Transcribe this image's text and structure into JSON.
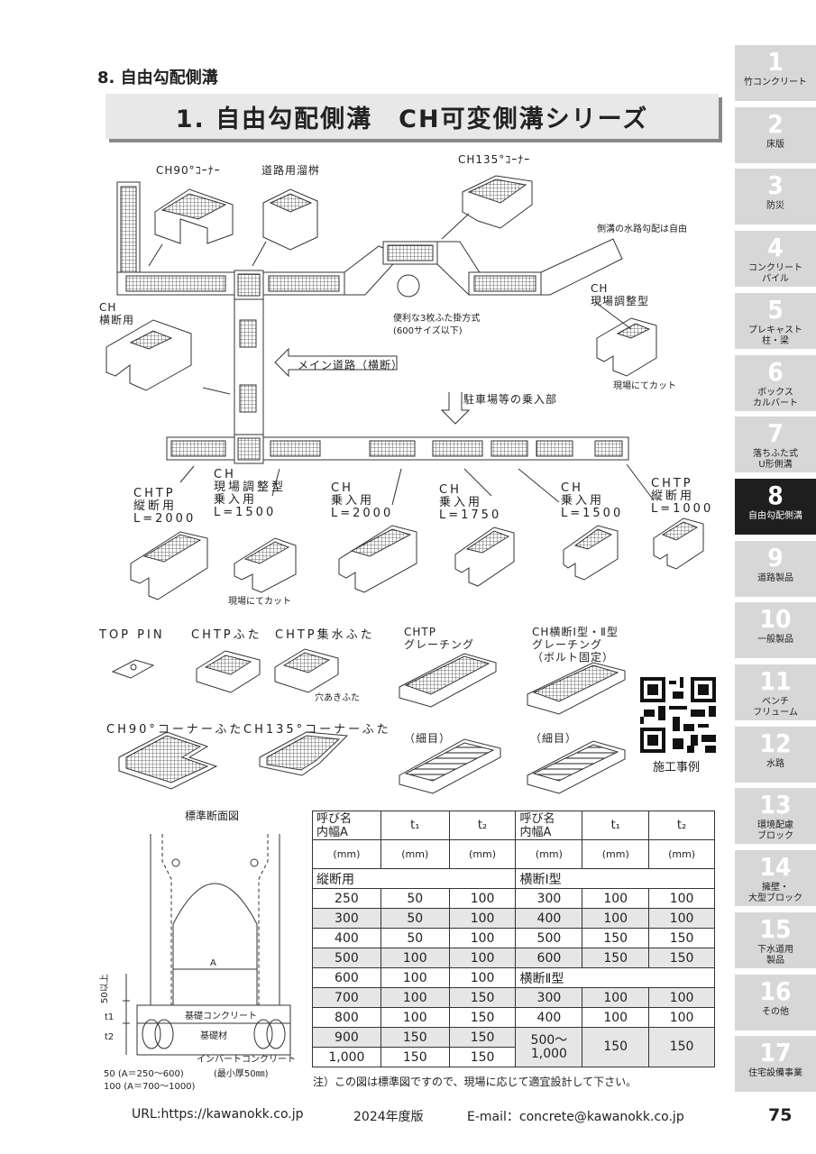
{
  "section": "8. 自由勾配側溝",
  "title": "1. 自由勾配側溝　CH可変側溝シリーズ",
  "tabs": [
    {
      "num": "1",
      "label": "竹コンクリート"
    },
    {
      "num": "2",
      "label": "床版"
    },
    {
      "num": "3",
      "label": "防災"
    },
    {
      "num": "4",
      "label": "コンクリート\nパイル"
    },
    {
      "num": "5",
      "label": "プレキャスト\n柱・梁"
    },
    {
      "num": "6",
      "label": "ボックス\nカルバート"
    },
    {
      "num": "7",
      "label": "落ちふた式\nU形側溝"
    },
    {
      "num": "8",
      "label": "自由勾配側溝"
    },
    {
      "num": "9",
      "label": "道路製品"
    },
    {
      "num": "10",
      "label": "一般製品"
    },
    {
      "num": "11",
      "label": "ベンチ\nフリューム"
    },
    {
      "num": "12",
      "label": "水路"
    },
    {
      "num": "13",
      "label": "環境配慮\nブロック"
    },
    {
      "num": "14",
      "label": "擁壁・\n大型ブロック"
    },
    {
      "num": "15",
      "label": "下水道用\n製品"
    },
    {
      "num": "16",
      "label": "その他"
    },
    {
      "num": "17",
      "label": "住宅設備事業"
    }
  ],
  "active_tab": "8",
  "labels": {
    "ch90": "CH90°ｺｰﾅｰ",
    "road_pit": "道路用溜桝",
    "ch135": "CH135°ｺｰﾅｰ",
    "free_slope": "側溝の水路勾配は自由",
    "ch_cross": "CH\n横断用",
    "ch_field_adjust": "CH\n現場調整型",
    "lid_method": "便利な3枚ふた掛方式\n(600サイズ以下)",
    "main_road": "メイン道路（横断）",
    "field_cut_1": "現場にてカット",
    "parking": "駐車場等の乗入部",
    "chtp_long": "CHTP\n縦断用\nL=2000",
    "ch_adjust_entry": "CH\n現場調整型\n乗入用\nL=1500",
    "ch_entry_2000": "CH\n乗入用\nL=2000",
    "ch_entry_1750": "CH\n乗入用\nL=1750",
    "ch_entry_1500": "CH\n乗入用\nL=1500",
    "chtp_long_1000": "CHTP\n縦断用\nL=1000",
    "field_cut_2": "現場にてカット",
    "top_pin": "TOP PIN",
    "chtp_lid": "CHTPふた",
    "chtp_catch_lid": "CHTP集水ふた",
    "hole_lid": "穴あきふた",
    "chtp_grating": "CHTP\nグレーチング",
    "ch_cross_grating": "CH横断Ⅰ型・Ⅱ型\nグレーチング\n（ボルト固定）",
    "fine_1": "（細目）",
    "fine_2": "（細目）",
    "ch90_lid": "CH90°コーナーふた",
    "ch135_lid": "CH135°コーナーふた",
    "case_example": "施工事例",
    "std_section": "標準断面図",
    "dim_a": "A",
    "dim_50": "50以上",
    "dim_t1": "t1",
    "dim_t2": "t2",
    "base_concrete": "基礎コンクリート",
    "base_material": "基礎材",
    "invert_concrete": "インバートコンクリート",
    "min_thick": "(最小厚50㎜)",
    "size_note": "50 (A＝250～600)\n100 (A＝700～1000)"
  },
  "table": {
    "headers": [
      "呼び名\n内幅A",
      "t₁",
      "t₂",
      "呼び名\n内幅A",
      "t₁",
      "t₂"
    ],
    "units": [
      "(mm)",
      "(mm)",
      "(mm)",
      "(mm)",
      "(mm)",
      "(mm)"
    ],
    "left_group": "縦断用",
    "right_group_1": "横断Ⅰ型",
    "right_group_2": "横断Ⅱ型",
    "left_rows": [
      [
        "250",
        "50",
        "100"
      ],
      [
        "300",
        "50",
        "100"
      ],
      [
        "400",
        "50",
        "100"
      ],
      [
        "500",
        "100",
        "100"
      ],
      [
        "600",
        "100",
        "100"
      ],
      [
        "700",
        "100",
        "150"
      ],
      [
        "800",
        "100",
        "150"
      ],
      [
        "900",
        "150",
        "150"
      ],
      [
        "1,000",
        "150",
        "150"
      ]
    ],
    "right_rows_1": [
      [
        "300",
        "100",
        "100"
      ],
      [
        "400",
        "100",
        "100"
      ],
      [
        "500",
        "150",
        "150"
      ],
      [
        "600",
        "150",
        "150"
      ]
    ],
    "right_rows_2": [
      [
        "300",
        "100",
        "100"
      ],
      [
        "400",
        "100",
        "100"
      ],
      [
        "500～\n1,000",
        "150",
        "150"
      ]
    ]
  },
  "note": "注）この図は標準図ですので、現場に応じて適宜設計して下さい。",
  "footer": {
    "url": "URL:https://kawanokk.co.jp",
    "edition": "2024年度版",
    "email": "E-mail：concrete@kawanokk.co.jp",
    "page": "75"
  }
}
